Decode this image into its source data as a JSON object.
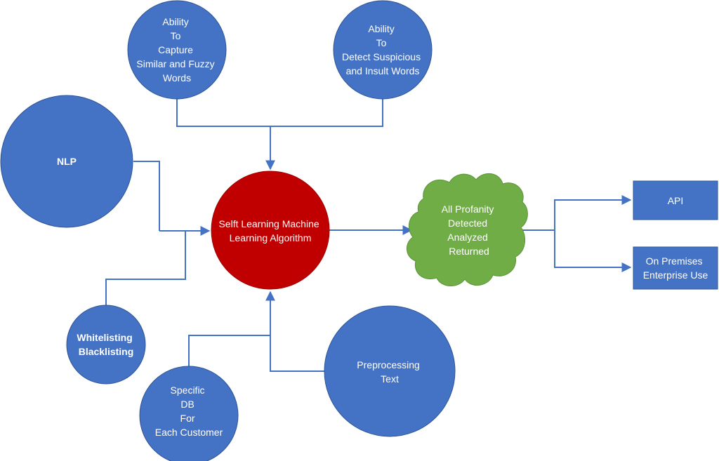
{
  "colors": {
    "circle_fill": "#4472c4",
    "circle_stroke": "#2f5597",
    "core_fill": "#c00000",
    "cloud_fill": "#70ad47",
    "connector": "#4472c4",
    "text": "#ffffff"
  },
  "nodes": {
    "capture_fuzzy": {
      "lines": [
        "Ability",
        "To",
        "Capture",
        "Similar and Fuzzy",
        "Words"
      ]
    },
    "detect_suspicious": {
      "lines": [
        "Ability",
        "To",
        "Detect Suspicious",
        "and Insult Words"
      ]
    },
    "nlp": {
      "lines": [
        "NLP"
      ]
    },
    "core_algorithm": {
      "lines": [
        "Selft Learning Machine",
        "Learning Algorithm"
      ]
    },
    "profanity_cloud": {
      "lines": [
        "All Profanity",
        "Detected",
        "Analyzed",
        "Returned"
      ]
    },
    "api": {
      "lines": [
        "API"
      ]
    },
    "on_premises": {
      "lines": [
        "On Premises",
        "Enterprise Use"
      ]
    },
    "white_black_listing": {
      "lines": [
        "Whitelisting",
        "Blacklisting"
      ]
    },
    "customer_db": {
      "lines": [
        "Specific",
        "DB",
        "For",
        "Each Customer"
      ]
    },
    "preprocessing": {
      "lines": [
        "Preprocessing",
        "Text"
      ]
    }
  }
}
